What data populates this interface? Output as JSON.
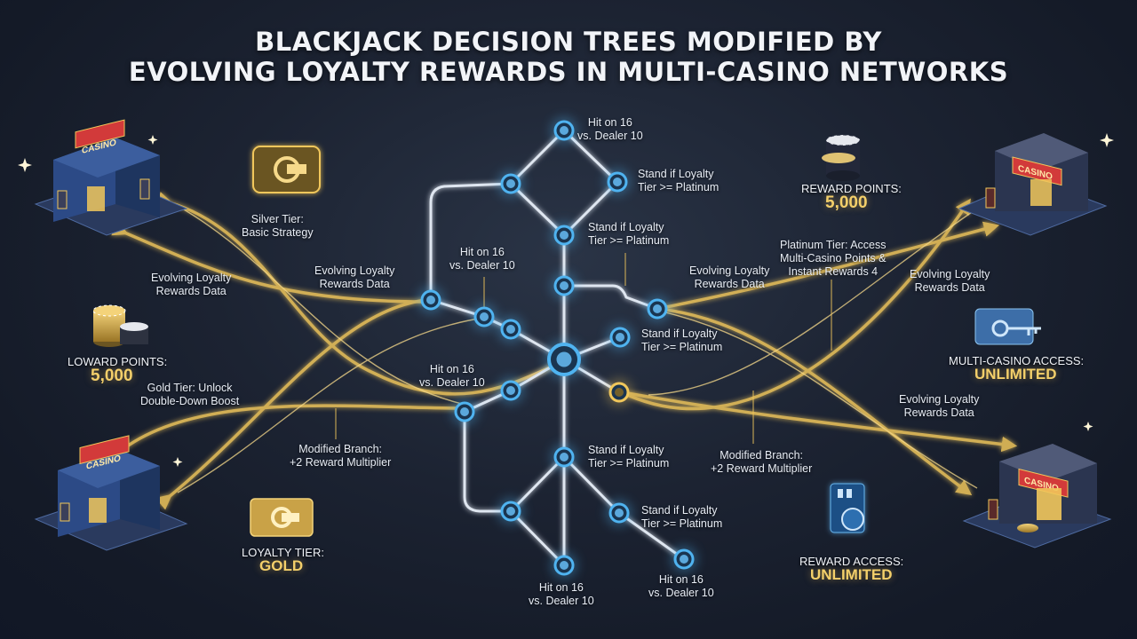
{
  "header": {
    "title_line1": "BLACKJACK DECISION TREES MODIFIED BY",
    "title_line2": "EVOLVING LOYALTY REWARDS IN MULTI-CASINO NETWORKS"
  },
  "tree_labels": {
    "top_hit": "Hit on 16\nvs. Dealer 10",
    "top_stand_right": "Stand if Loyalty\nTier >= Platinum",
    "upper_stand": "Stand if Loyalty\nTier >= Platinum",
    "mid_left_hit": "Hit on 16\nvs. Dealer 10",
    "mid_stand": "Stand if Loyalty\nTier >= Platinum",
    "center_left_hit": "Hit on 16\nvs. Dealer 10",
    "lower_stand": "Stand if Loyalty\nTier >= Platinum",
    "bottom_stand_right": "Stand if Loyalty\nTier >= Platinum",
    "bottom_hit_left": "Hit on 16\nvs. Dealer 10",
    "bottom_hit_right": "Hit on 16\nvs. Dealer 10"
  },
  "side_labels": {
    "silver_tier": "Silver Tier:\nBasic Strategy",
    "evolving_left_top": "Evolving Loyalty\nRewards Data",
    "evolving_left_mid": "Evolving Loyalty\nRewards Data",
    "gold_unlock": "Gold Tier: Unlock\nDouble-Down Boost",
    "modified_left": "Modified Branch:\n+2 Reward Multiplier",
    "evolving_right_center": "Evolving Loyalty\nRewards Data",
    "platinum_access": "Platinum Tier: Access\nMulti-Casino Points &\nInstant Rewards 4",
    "evolving_right_top": "Evolving Loyalty\nRewards Data",
    "evolving_right_bottom": "Evolving Loyalty\nRewards Data",
    "modified_right": "Modified Branch:\n+2 Reward Multiplier"
  },
  "stats": {
    "left_points_caption": "LOWARD POINTS:",
    "left_points_value": "5,000",
    "loyalty_tier_caption": "LOYALTY TIER:",
    "loyalty_tier_value": "GOLD",
    "right_points_caption": "REWARD POINTS:",
    "right_points_value": "5,000",
    "multi_access_caption": "MULTI-CASINO ACCESS:",
    "multi_access_value": "UNLIMITED",
    "reward_access_caption": "REWARD ACCESS:",
    "reward_access_value": "UNLIMITED"
  },
  "icons": {
    "casino_sign": "CASINO",
    "colors": {
      "gold": "#f1c75b",
      "node_blue": "#4fb3f0",
      "node_fill": "#1a3550",
      "branch_white": "#dfe6f0",
      "casino_blue": "#2c4a86",
      "casino_sign_red": "#d23a3a"
    }
  }
}
